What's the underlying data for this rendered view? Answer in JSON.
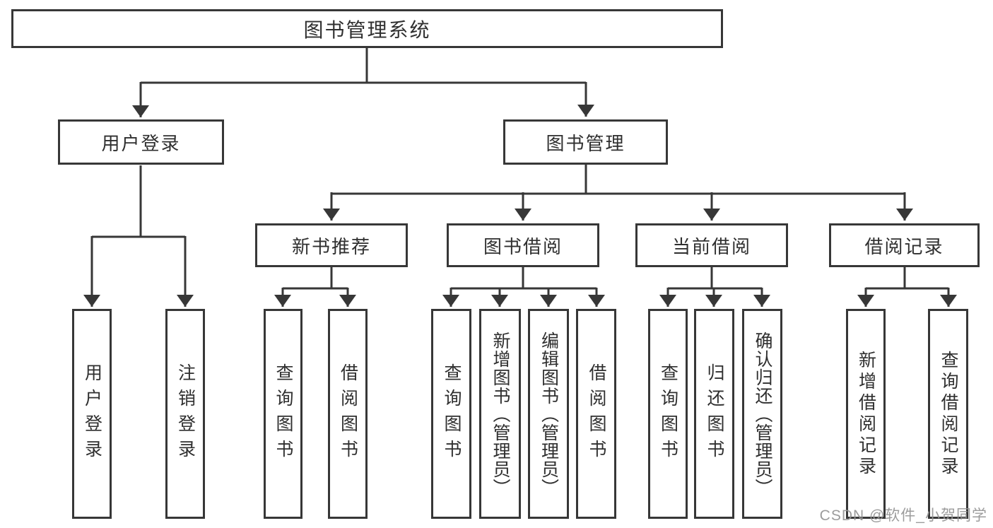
{
  "diagram": {
    "root": {
      "label": "图书管理系统"
    },
    "branches": [
      {
        "label": "用户登录",
        "children": [
          {
            "label": "用户登录"
          },
          {
            "label": "注销登录"
          }
        ]
      },
      {
        "label": "图书管理",
        "children": [
          {
            "label": "新书推荐",
            "children": [
              {
                "label": "查询图书"
              },
              {
                "label": "借阅图书"
              }
            ]
          },
          {
            "label": "图书借阅",
            "children": [
              {
                "label": "查询图书"
              },
              {
                "label": "新增图书（管理员）"
              },
              {
                "label": "编辑图书（管理员）"
              },
              {
                "label": "借阅图书"
              }
            ]
          },
          {
            "label": "当前借阅",
            "children": [
              {
                "label": "查询图书"
              },
              {
                "label": "归还图书"
              },
              {
                "label": "确认归还（管理员）"
              }
            ]
          },
          {
            "label": "借阅记录",
            "children": [
              {
                "label": "新增借阅记录"
              },
              {
                "label": "查询借阅记录"
              }
            ]
          }
        ]
      }
    ]
  },
  "watermark": {
    "text": "CSDN @软件_小贺同学"
  },
  "colors": {
    "line": "#373737",
    "text": "#2f2f2f",
    "background": "#ffffff",
    "watermark": "#949494"
  }
}
